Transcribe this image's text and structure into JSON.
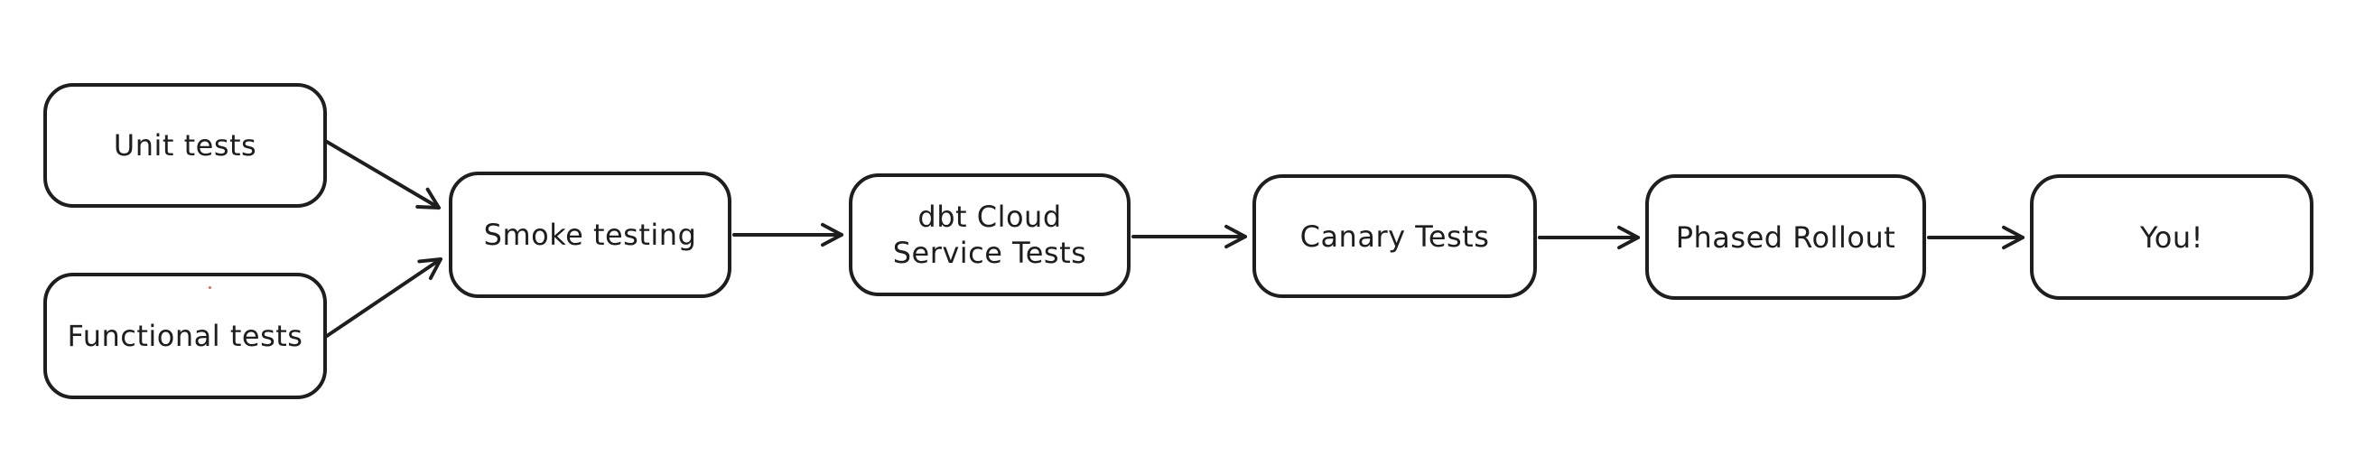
{
  "diagram": {
    "type": "flowchart",
    "background_color": "#ffffff",
    "stroke_color": "#1e1e1e",
    "nodes": [
      {
        "id": "unit-tests",
        "label": "Unit tests"
      },
      {
        "id": "functional-tests",
        "label": "Functional tests"
      },
      {
        "id": "smoke-testing",
        "label": "Smoke testing"
      },
      {
        "id": "dbt-cloud-service-tests",
        "label": "dbt Cloud\nService Tests"
      },
      {
        "id": "canary-tests",
        "label": "Canary Tests"
      },
      {
        "id": "phased-rollout",
        "label": "Phased Rollout"
      },
      {
        "id": "you",
        "label": "You!"
      }
    ],
    "edges": [
      {
        "from": "unit-tests",
        "to": "smoke-testing"
      },
      {
        "from": "functional-tests",
        "to": "smoke-testing"
      },
      {
        "from": "smoke-testing",
        "to": "dbt-cloud-service-tests"
      },
      {
        "from": "dbt-cloud-service-tests",
        "to": "canary-tests"
      },
      {
        "from": "canary-tests",
        "to": "phased-rollout"
      },
      {
        "from": "phased-rollout",
        "to": "you"
      }
    ],
    "artifact": {
      "name": "red-dot",
      "color": "#e06666"
    }
  }
}
